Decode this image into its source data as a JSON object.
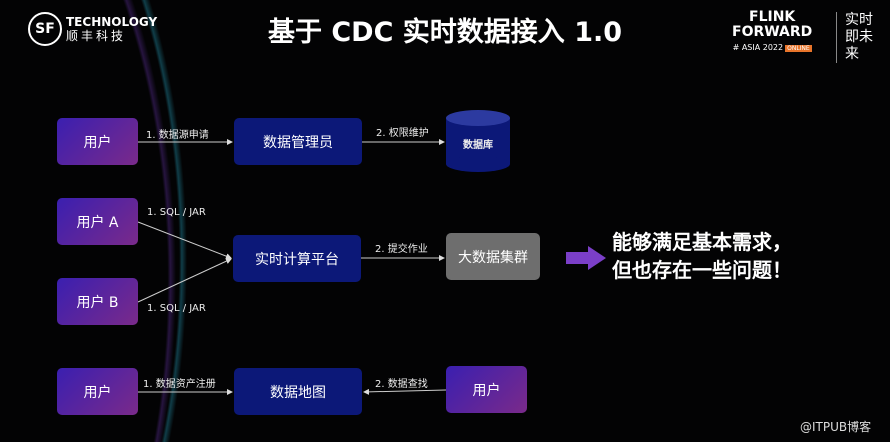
{
  "header": {
    "title": "基于 CDC 实时数据接入 1.0",
    "logo_mark": "SF",
    "logo_line1": "TECHNOLOGY",
    "logo_line2": "顺丰科技",
    "event_line1": "FLINK",
    "event_line2": "FORWARD",
    "event_sub": "# ASIA 2022",
    "event_badge": "ONLINE",
    "event_slogan": "实时即未来"
  },
  "row1": {
    "user": "用户",
    "step1": "1. 数据源申请",
    "admin": "数据管理员",
    "step2": "2. 权限维护",
    "db": "数据库"
  },
  "row2": {
    "user_a": "用户 A",
    "user_b": "用户 B",
    "step1a": "1. SQL / JAR",
    "step1b": "1. SQL / JAR",
    "platform": "实时计算平台",
    "step2": "2. 提交作业",
    "cluster": "大数据集群"
  },
  "row3": {
    "user_left": "用户",
    "step1": "1. 数据资产注册",
    "map": "数据地图",
    "step2": "2. 数据查找",
    "user_right": "用户"
  },
  "conclusion": {
    "line1": "能够满足基本需求，",
    "line2": "但也存在一些问题！"
  },
  "watermark": "@ITPUB博客"
}
